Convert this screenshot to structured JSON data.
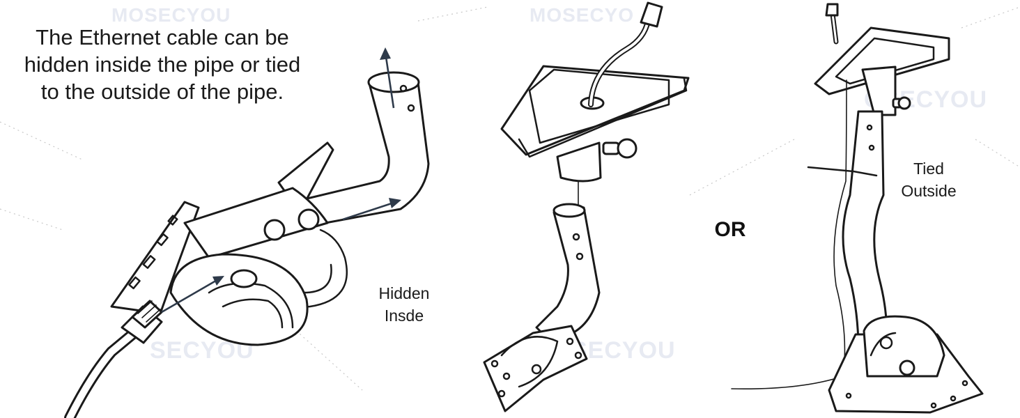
{
  "watermark": {
    "brand": "MOSECYOU",
    "fragment_1": "MOSECYO",
    "fragment_2": "MOSECYOU",
    "fragment_3": "OSECYOU",
    "fragment_4": "SECYOU"
  },
  "captions": {
    "main": "The Ethernet cable can be hidden inside the pipe or tied to the outside of the pipe.",
    "hidden_inside": [
      "Hidden",
      "Insde"
    ],
    "tied_outside": [
      "Tied",
      "Outside"
    ],
    "or": "OR"
  },
  "icons": [
    "ethernet-plug-icon",
    "arrow-up-icon",
    "arrow-right-icon",
    "arrow-in-icon",
    "mount-bracket-icon"
  ]
}
